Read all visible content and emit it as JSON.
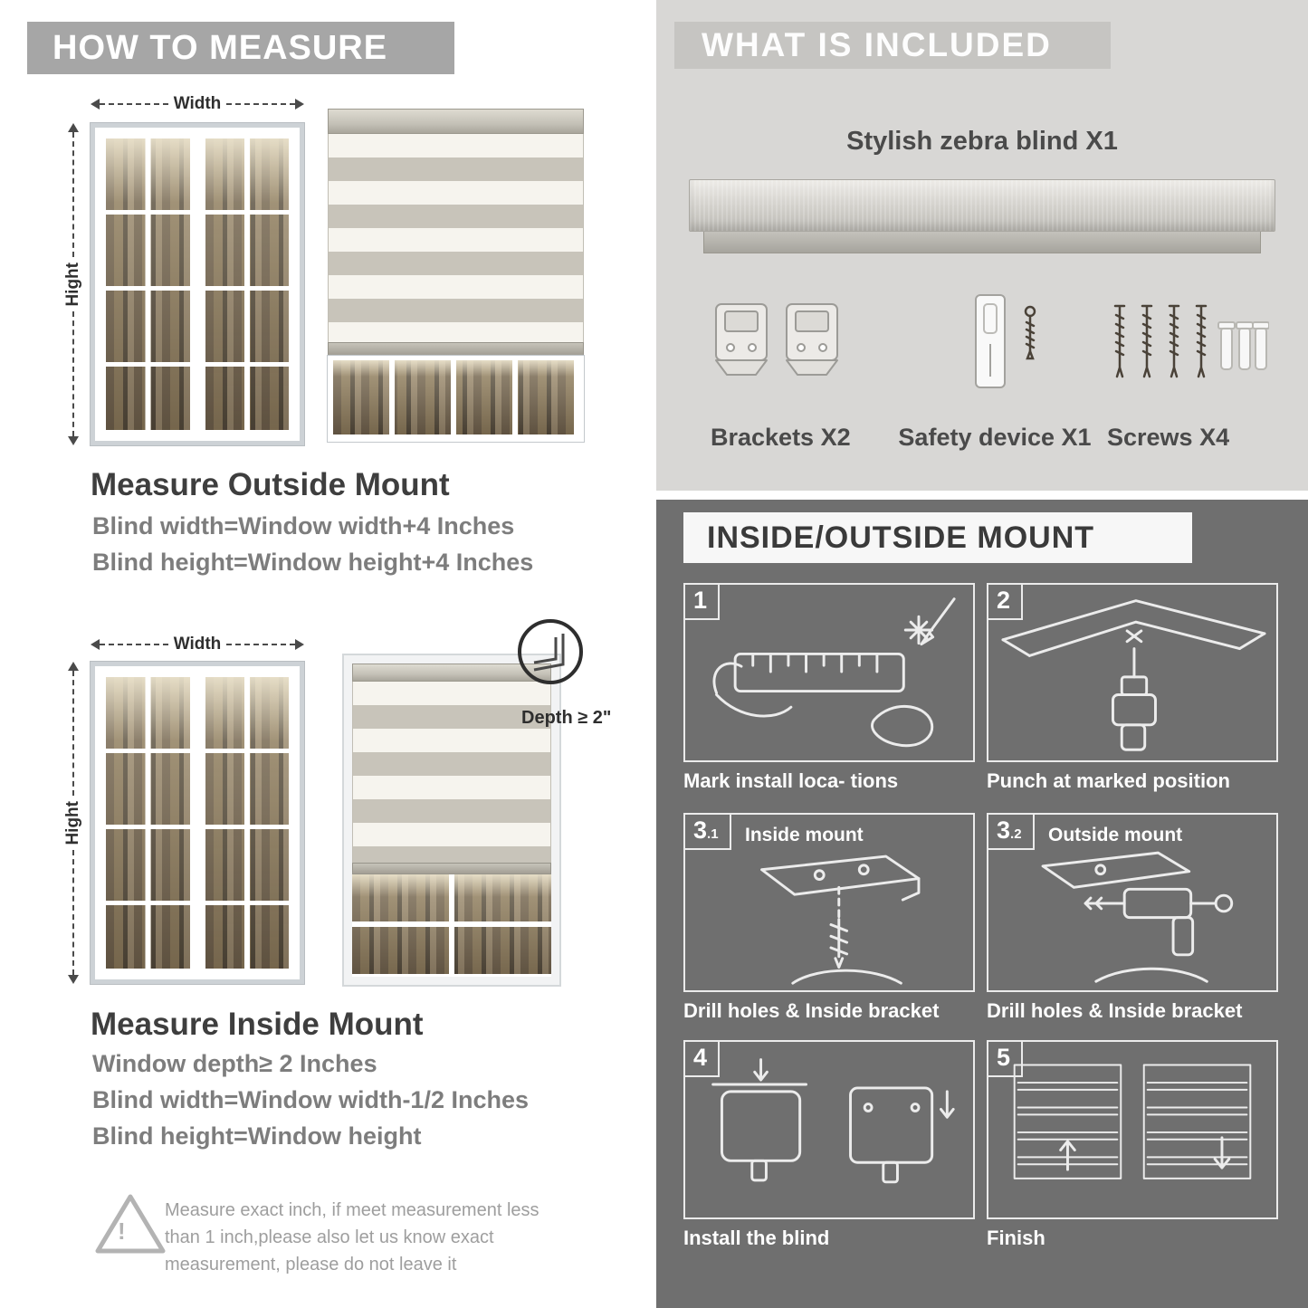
{
  "measure": {
    "header": "HOW TO MEASURE",
    "outside": {
      "width_label": "Width",
      "height_label": "Hight",
      "title": "Measure Outside Mount",
      "lines": [
        "Blind width=Window width+4 Inches",
        "Blind height=Window height+4 Inches"
      ]
    },
    "inside": {
      "width_label": "Width",
      "height_label": "Hight",
      "depth_callout": "Depth ≥ 2\"",
      "title": "Measure Inside Mount",
      "lines": [
        "Window depth≥ 2 Inches",
        "Blind width=Window width-1/2 Inches",
        "Blind height=Window height"
      ]
    },
    "warning": {
      "mark": "!",
      "text": "Measure exact inch, if meet measurement less than 1 inch,please also let us know exact measurement, please do not leave it"
    }
  },
  "included": {
    "header": "WHAT IS INCLUDED",
    "product_label": "Stylish zebra blind X1",
    "items": [
      {
        "name": "brackets",
        "label": "Brackets X2"
      },
      {
        "name": "safety-device",
        "label": "Safety device X1"
      },
      {
        "name": "screws",
        "label": "Screws X4"
      }
    ]
  },
  "mount": {
    "header": "INSIDE/OUTSIDE MOUNT",
    "steps": [
      {
        "num": "1",
        "suffix": "",
        "sub": "",
        "caption": "Mark install loca- tions"
      },
      {
        "num": "2",
        "suffix": "",
        "sub": "",
        "caption": "Punch at  marked position"
      },
      {
        "num": "3",
        "suffix": ".1",
        "sub": "Inside mount",
        "caption": "Drill holes &  Inside bracket"
      },
      {
        "num": "3",
        "suffix": ".2",
        "sub": "Outside mount",
        "caption": "Drill holes &  Inside bracket"
      },
      {
        "num": "4",
        "suffix": "",
        "sub": "",
        "caption": "Install the blind"
      },
      {
        "num": "5",
        "suffix": "",
        "sub": "",
        "caption": "Finish"
      }
    ]
  },
  "icons": {
    "warning": "warning-triangle-icon",
    "dimension_arrows": "dimension-arrow-icon",
    "bracket": "bracket-icon",
    "safety_device": "safety-device-icon",
    "screw": "screw-icon",
    "ruler": "ruler-icon",
    "drill": "drill-icon",
    "zebra_blind": "zebra-blind-icon"
  },
  "colors": {
    "left_header_bg": "#a6a6a6",
    "right_top_bg": "#d8d7d5",
    "right_header_bg": "#c6c5c2",
    "right_bottom_bg": "#6f6f6f",
    "heading_text": "#3e3e3e",
    "body_text": "#7d7d7d",
    "line_art": "#ececec",
    "blind_stripe_gray": "#c8c4ba",
    "blind_stripe_light": "#f6f4ee"
  }
}
